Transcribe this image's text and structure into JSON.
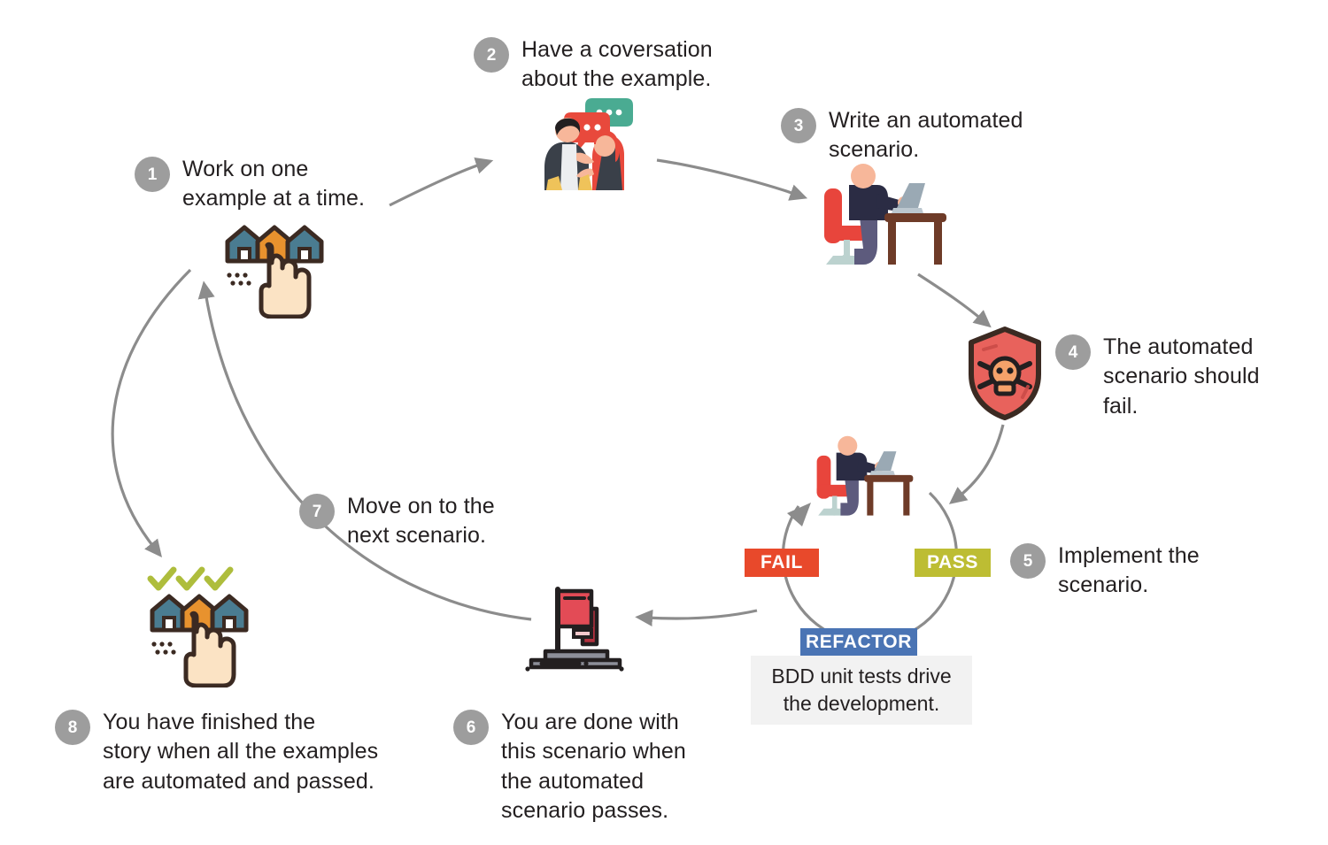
{
  "diagram": {
    "title": "BDD cycle diagram",
    "background_color": "#ffffff"
  },
  "steps": [
    {
      "number": "1",
      "text": "Work on one\nexample at a time.",
      "icon": "houses-tap-icon"
    },
    {
      "number": "2",
      "text": "Have a coversation\nabout the example.",
      "icon": "conversation-icon"
    },
    {
      "number": "3",
      "text": "Write an automated\nscenario.",
      "icon": "person-at-desk-icon"
    },
    {
      "number": "4",
      "text": "The automated\nscenario should\nfail.",
      "icon": "shield-bug-icon"
    },
    {
      "number": "5",
      "text": "Implement the\nscenario.",
      "icon": "cycle-ring-icon"
    },
    {
      "number": "6",
      "text": "You are done with\nthis scenario when\nthe automated\nscenario passes.",
      "icon": "flag-podium-icon"
    },
    {
      "number": "7",
      "text": "Move on to the\nnext scenario.",
      "icon": ""
    },
    {
      "number": "8",
      "text": "You have finished the\nstory when all the examples\nare automated and passed.",
      "icon": "houses-tap-checked-icon"
    }
  ],
  "cycle_badges": [
    {
      "label": "FAIL",
      "color": "#e8492b"
    },
    {
      "label": "PASS",
      "color": "#bdbd33"
    },
    {
      "label": "REFACTOR",
      "color": "#4a74b4"
    }
  ],
  "caption": {
    "text": "BDD unit tests drive\nthe development.",
    "background": "#f2f2f2"
  },
  "colors": {
    "step_number_circle": "#9d9d9d",
    "step_text": "#231f20",
    "arrow": "#8c8c8c",
    "cycle_ring": "#8c8c8c",
    "check_mark": "#aebd3c",
    "house_blue": "#4a7c91",
    "house_orange": "#e8922e",
    "hand_cream": "#fbe3c4",
    "outline_dark": "#3b2a22",
    "shield_red": "#e8625c",
    "skull_orange": "#f5a26a",
    "chair_red": "#e8453c",
    "torso_navy": "#2b2c44",
    "desk_brown": "#6e3b28",
    "laptop_gray": "#9aa9b4",
    "skin_peach": "#f7b79a",
    "suit_dark": "#3a4049",
    "bubble_red": "#e8493c",
    "bubble_teal": "#4aab92",
    "hair_red": "#e8493c",
    "flag_red": "#e34b56",
    "podium_gray": "#8d8f99"
  }
}
